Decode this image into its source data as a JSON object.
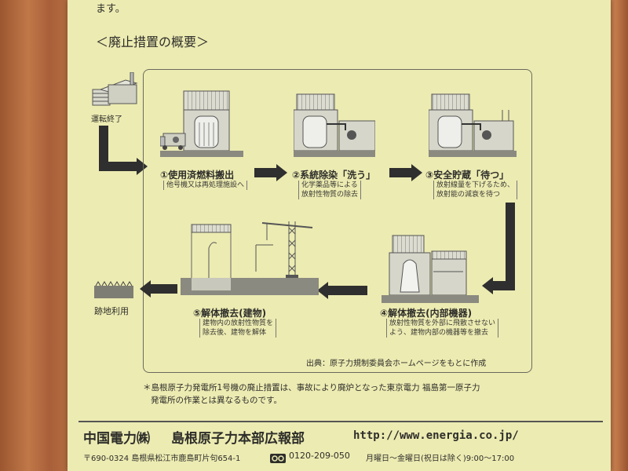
{
  "top_text": "ます。",
  "section_title": "＜廃止措置の概要＞",
  "start_label": "運転終了",
  "steps": [
    {
      "label": "①使用済燃料搬出",
      "sub": [
        "他号機又は再処理施設へ"
      ]
    },
    {
      "label": "②系統除染「洗う」",
      "sub": [
        "化学薬品等による",
        "放射性物質の除去"
      ]
    },
    {
      "label": "③安全貯蔵「待つ」",
      "sub": [
        "放射線量を下げるため、",
        "放射能の減衰を待つ"
      ]
    },
    {
      "label": "④解体撤去(内部機器)",
      "sub": [
        "放射性物質を外部に飛散させない",
        "よう、建物内部の機器等を撤去"
      ]
    },
    {
      "label": "⑤解体撤去(建物)",
      "sub": [
        "建物内の放射性物質を",
        "除去後、建物を解体"
      ]
    }
  ],
  "end_label": "跡地利用",
  "source_note": "出典：原子力規制委員会ホームページをもとに作成",
  "footnote": [
    "＊島根原子力発電所1号機の廃止措置は、事故により廃炉となった東京電力 福島第一原子力",
    "発電所の作業とは異なるものです。"
  ],
  "footer": {
    "company": "中国電力㈱",
    "office": "島根原子力本部広報部",
    "url": "http://www.energia.co.jp/",
    "address": "〒690-0324 島根県松江市鹿島町片句654-1",
    "freedial_icon": "free-dial-icon",
    "phone": "0120-209-050",
    "hours": "月曜日～金曜日(祝日は除く)9:00～17:00"
  },
  "colors": {
    "paper": "#ecebb2",
    "ink": "#2e2e2a",
    "arrow": "#2f2f2f"
  }
}
